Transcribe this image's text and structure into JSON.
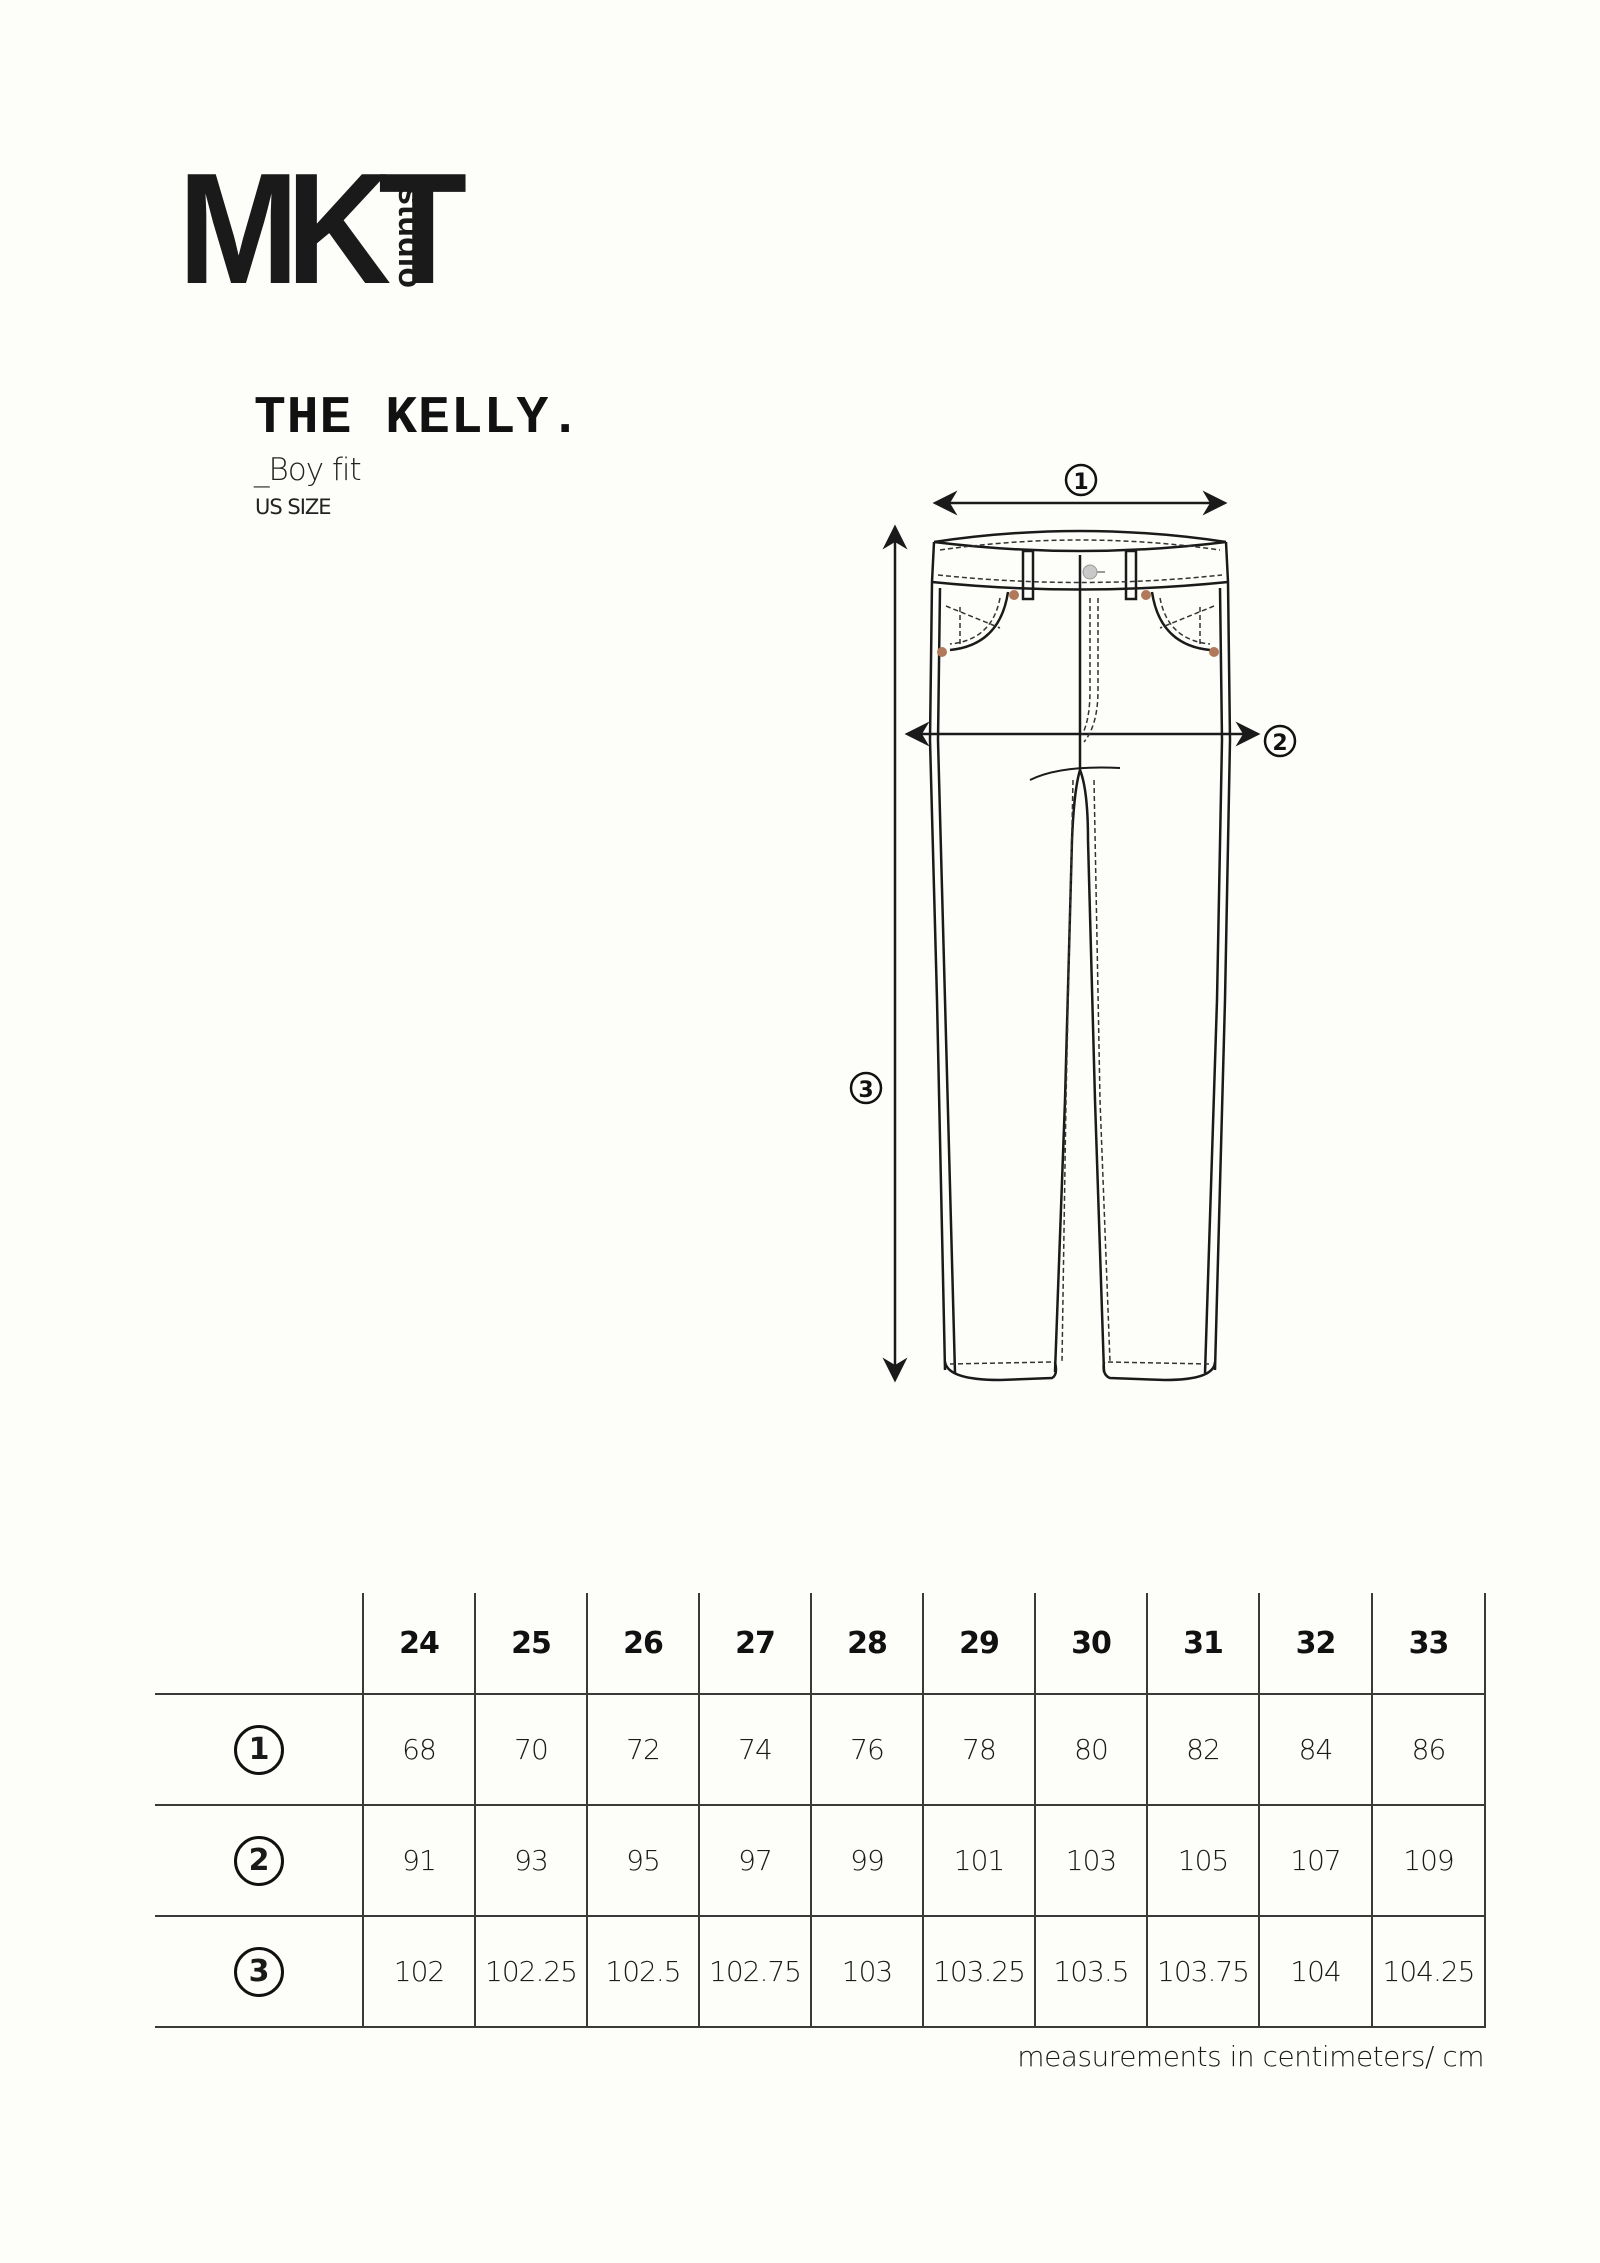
{
  "brand": {
    "logo_main": "MKT",
    "logo_sub": "studio"
  },
  "product": {
    "title": "THE KELLY.",
    "fit": "_Boy fit",
    "sizing_system": "US SIZE"
  },
  "diagram": {
    "markers": [
      {
        "id": "1",
        "label": "1",
        "meaning": "waist width"
      },
      {
        "id": "2",
        "label": "2",
        "meaning": "hip width"
      },
      {
        "id": "3",
        "label": "3",
        "meaning": "total length"
      }
    ],
    "colors": {
      "line": "#1a1a1a",
      "rivet": "#b07a5a",
      "button": "#bdbdbd"
    }
  },
  "size_table": {
    "sizes": [
      "24",
      "25",
      "26",
      "27",
      "28",
      "29",
      "30",
      "31",
      "32",
      "33"
    ],
    "rows": [
      {
        "marker": "1",
        "values": [
          "68",
          "70",
          "72",
          "74",
          "76",
          "78",
          "80",
          "82",
          "84",
          "86"
        ]
      },
      {
        "marker": "2",
        "values": [
          "91",
          "93",
          "95",
          "97",
          "99",
          "101",
          "103",
          "105",
          "107",
          "109"
        ]
      },
      {
        "marker": "3",
        "values": [
          "102",
          "102.25",
          "102.5",
          "102.75",
          "103",
          "103.25",
          "103.5",
          "103.75",
          "104",
          "104.25"
        ]
      }
    ],
    "footnote": "measurements in centimeters/ cm"
  }
}
